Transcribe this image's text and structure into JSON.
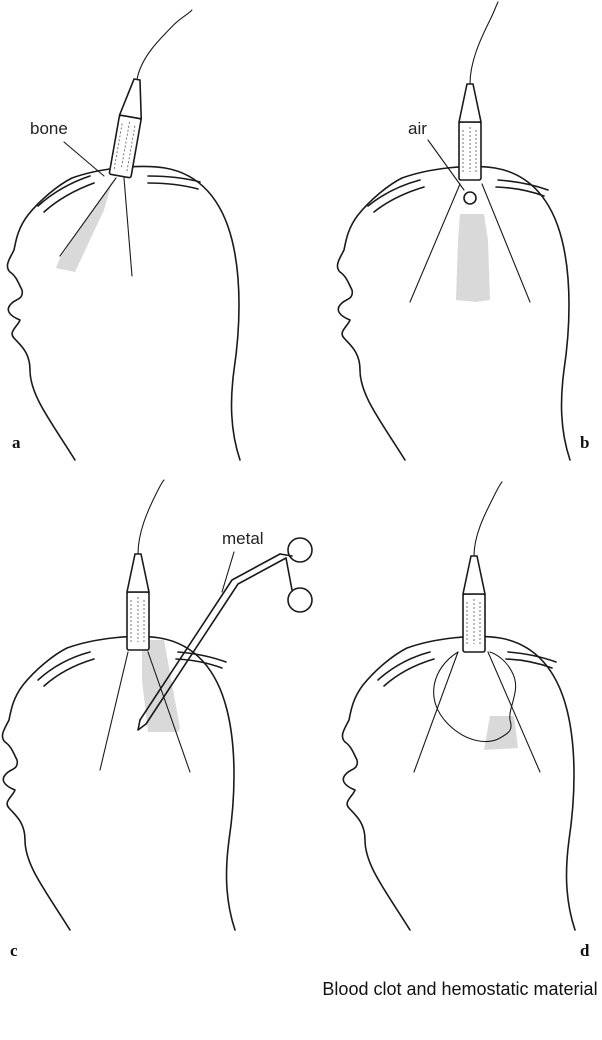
{
  "panels": {
    "a": {
      "letter": "a",
      "label": "bone"
    },
    "b": {
      "letter": "b",
      "label": "air"
    },
    "c": {
      "letter": "c",
      "label": "metal"
    },
    "d": {
      "letter": "d"
    }
  },
  "caption": "Blood clot and hemostatic material"
}
